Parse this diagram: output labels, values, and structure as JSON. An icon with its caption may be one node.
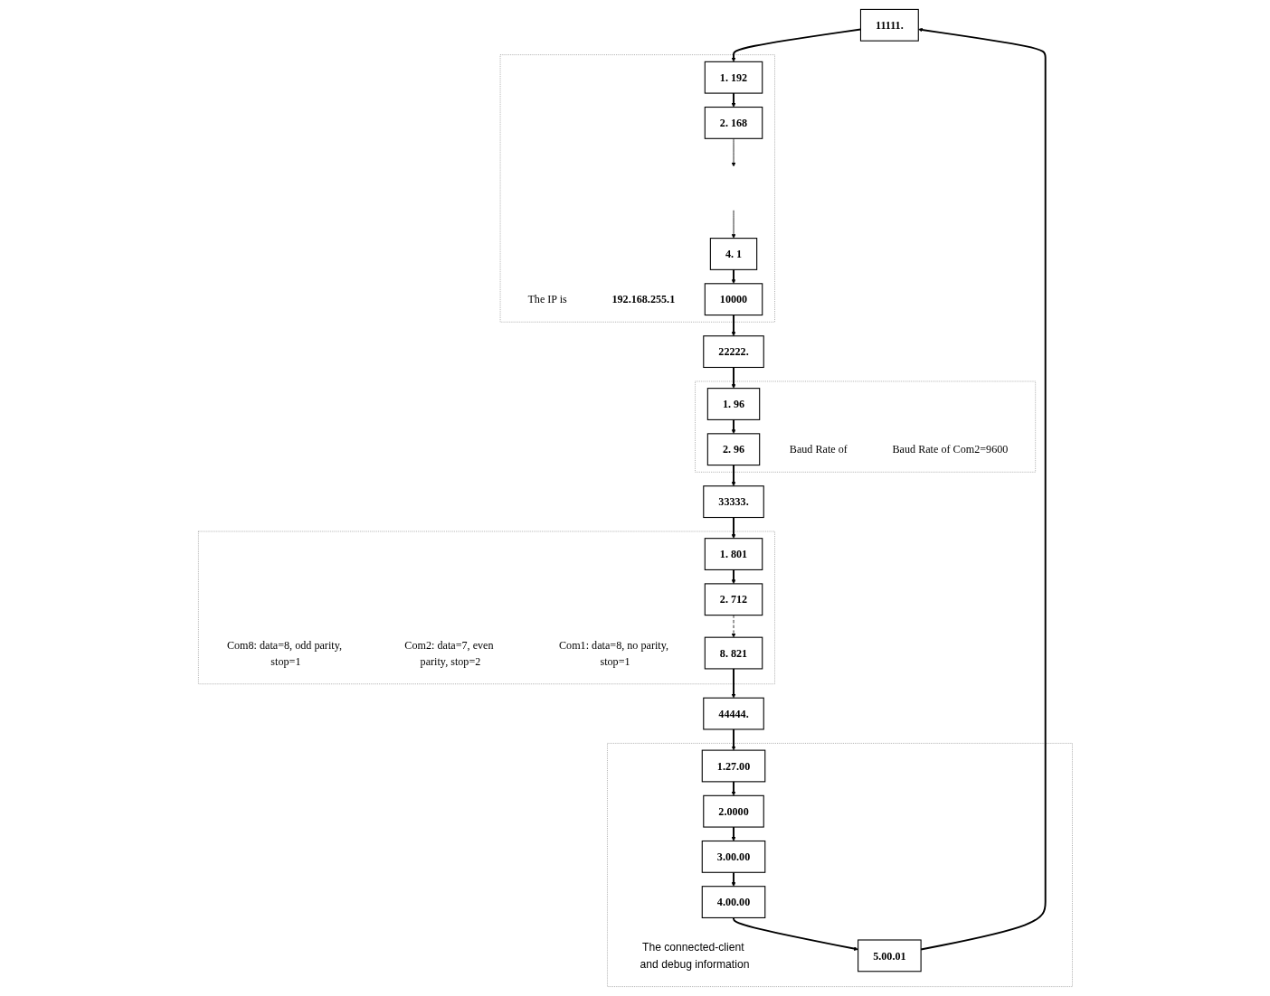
{
  "diagram": {
    "nodes": [
      {
        "text": [
          "11111."
        ]
      },
      {
        "text": [],
        "shape": "box"
      },
      {
        "text": [
          "The IP is"
        ],
        "in": 1
      },
      {
        "text": [
          "192.168.255.1"
        ],
        "in": 1
      },
      {
        "text": [
          "1. 192"
        ],
        "in": 1
      },
      {
        "text": [
          "2. 168"
        ],
        "in": 1
      },
      {
        "text": [
          "4. 1"
        ],
        "in": 1
      },
      {
        "text": [
          "10000"
        ],
        "in": 1
      },
      {
        "text": [
          "22222."
        ]
      },
      {
        "text": [],
        "shape": "box"
      },
      {
        "text": [
          "1. 96"
        ],
        "in": 9
      },
      {
        "text": [
          "2. 96"
        ],
        "in": 9
      },
      {
        "text": [
          "Baud Rate of"
        ],
        "in": 9
      },
      {
        "text": [
          "Baud Rate of Com2=9600"
        ],
        "in": 9
      },
      {
        "text": [
          "33333."
        ]
      },
      {
        "text": [],
        "shape": "box"
      },
      {
        "text": [
          "Com8: data=8, odd parity, stop=1"
        ],
        "in": 15
      },
      {
        "text": [
          "Com2: data=7, even parity, stop=2"
        ],
        "in": 15
      },
      {
        "text": [
          "Com1: data=8, no parity, stop=1"
        ],
        "in": 15
      },
      {
        "text": [
          "8. 821"
        ],
        "in": 15
      },
      {
        "text": [
          "2. 712"
        ],
        "in": 15
      },
      {
        "text": [
          "1. 801"
        ],
        "in": 15
      },
      {
        "text": [
          "44444."
        ]
      },
      {
        "text": [],
        "shape": "box"
      },
      {
        "text": [
          "The connected-client and debug information"
        ],
        "in": 23
      },
      {
        "text": [
          "5.00.01"
        ],
        "in": 23
      },
      {
        "text": [
          "4.00.00"
        ],
        "in": 23
      },
      {
        "text": [
          "3.00.00"
        ],
        "in": 23
      },
      {
        "text": [
          "2.0000"
        ],
        "in": 23
      },
      {
        "text": [
          "1.27.00"
        ],
        "in": 23
      }
    ],
    "edges": [
      {
        "from": 0,
        "to": 4,
        "arrow": "to"
      },
      {
        "from": 4,
        "to": 5,
        "arrow": "to"
      },
      {
        "from": 5,
        "to": null,
        "arrow": "to"
      },
      {
        "from": null,
        "to": 6,
        "arrow": "to"
      },
      {
        "from": 6,
        "to": 7,
        "arrow": "to"
      },
      {
        "from": 7,
        "to": 8,
        "arrow": "to"
      },
      {
        "from": 8,
        "to": 10,
        "arrow": "to"
      },
      {
        "from": 10,
        "to": 11,
        "arrow": "to"
      },
      {
        "from": 11,
        "to": 14,
        "arrow": "to"
      },
      {
        "from": 14,
        "to": 21,
        "arrow": "to"
      },
      {
        "from": 21,
        "to": 20,
        "arrow": "to"
      },
      {
        "from": 20,
        "to": 19,
        "arrow": "to",
        "style": "dashed"
      },
      {
        "from": 19,
        "to": 22,
        "arrow": "to"
      },
      {
        "from": 22,
        "to": 29,
        "arrow": "to"
      },
      {
        "from": 29,
        "to": 28,
        "arrow": "to"
      },
      {
        "from": 28,
        "to": 27,
        "arrow": "to"
      },
      {
        "from": 27,
        "to": 26,
        "arrow": "to"
      },
      {
        "from": 26,
        "to": 25,
        "arrow": "to"
      },
      {
        "from": 25,
        "to": 0,
        "arrow": "to"
      }
    ]
  }
}
